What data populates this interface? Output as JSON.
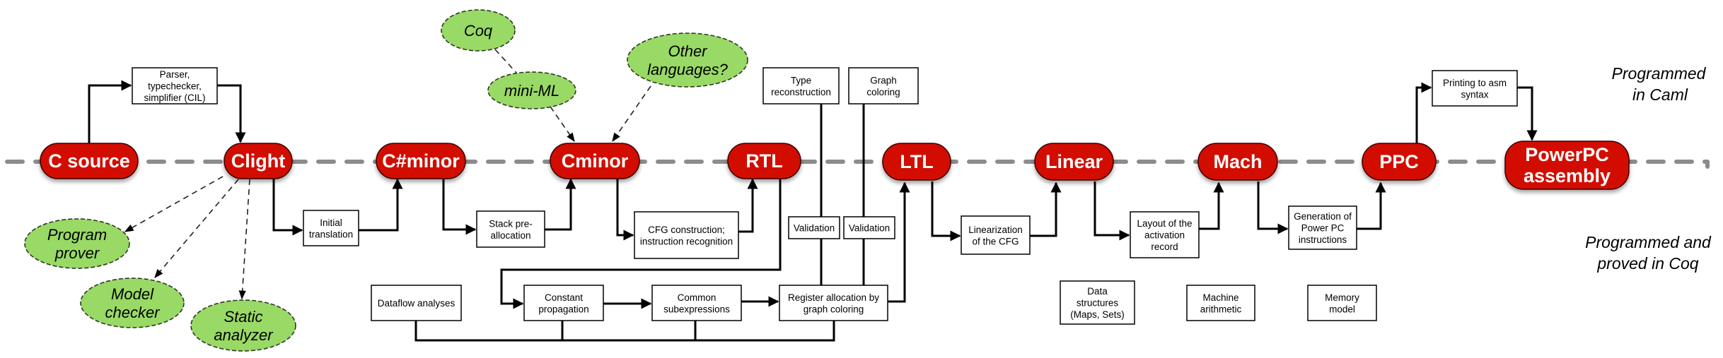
{
  "diagram": {
    "title": "CompCert compiler architecture",
    "legend": {
      "caml": [
        "Programmed",
        "in Caml"
      ],
      "coq": [
        "Programmed and",
        "proved in Coq"
      ]
    },
    "stages": {
      "c_source": [
        "C source"
      ],
      "clight": [
        "Clight"
      ],
      "csharpminor": [
        "C#minor"
      ],
      "cminor": [
        "Cminor"
      ],
      "rtl": [
        "RTL"
      ],
      "ltl": [
        "LTL"
      ],
      "linear": [
        "Linear"
      ],
      "mach": [
        "Mach"
      ],
      "ppc": [
        "PPC"
      ],
      "powerpc_assembly": [
        "PowerPC",
        "assembly"
      ]
    },
    "passes": {
      "parser": [
        "Parser,",
        "typechecker,",
        "simplifier (CIL)"
      ],
      "initial_translation": [
        "Initial",
        "translation"
      ],
      "stack_preallocation": [
        "Stack pre-",
        "allocation"
      ],
      "cfg_construction": [
        "CFG construction;",
        "instruction recognition"
      ],
      "type_reconstruction": [
        "Type",
        "reconstruction"
      ],
      "graph_coloring": [
        "Graph",
        "coloring"
      ],
      "validation_1": [
        "Validation"
      ],
      "validation_2": [
        "Validation"
      ],
      "dataflow_analyses": [
        "Dataflow analyses"
      ],
      "constant_propagation": [
        "Constant",
        "propagation"
      ],
      "common_subexpressions": [
        "Common",
        "subexpressions"
      ],
      "register_allocation": [
        "Register allocation by",
        "graph coloring"
      ],
      "linearization": [
        "Linearization",
        "of the CFG"
      ],
      "layout_activation": [
        "Layout of the",
        "activation",
        "record"
      ],
      "generation_ppc": [
        "Generation of",
        "Power PC",
        "instructions"
      ],
      "printing_asm": [
        "Printing to asm",
        "syntax"
      ],
      "data_structures": [
        "Data",
        "structures",
        "(Maps, Sets)"
      ],
      "machine_arithmetic": [
        "Machine",
        "arithmetic"
      ],
      "memory_model": [
        "Memory",
        "model"
      ]
    },
    "tools": {
      "coq": [
        "Coq"
      ],
      "mini_ml": [
        "mini-ML"
      ],
      "other_languages": [
        "Other",
        "languages?"
      ],
      "program_prover": [
        "Program",
        "prover"
      ],
      "model_checker": [
        "Model",
        "checker"
      ],
      "static_analyzer": [
        "Static",
        "analyzer"
      ]
    },
    "colors": {
      "stage_fill": "#d20c00",
      "tool_fill": "#99d966",
      "baseline": "#8c8c8c"
    }
  }
}
